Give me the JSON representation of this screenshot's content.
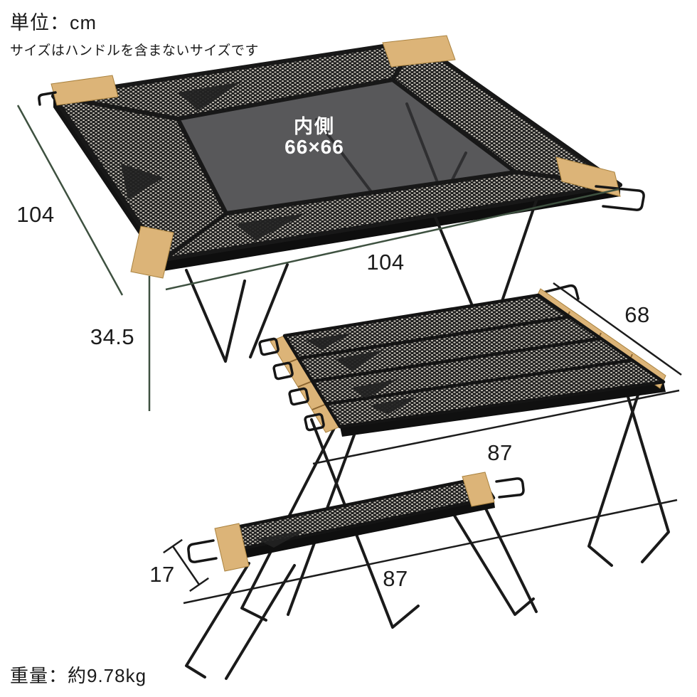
{
  "header": {
    "unit_label": "単位：cm",
    "size_note": "サイズはハンドルを含まないサイズです"
  },
  "footer": {
    "weight_label": "重量：約9.78kg"
  },
  "main_table": {
    "inner_line1": "内側",
    "inner_line2": "66×66",
    "dim_side": "104",
    "dim_front": "104",
    "dim_height": "34.5"
  },
  "flat_table": {
    "dim_depth": "68",
    "dim_width": "87"
  },
  "bench": {
    "dim_depth": "17",
    "dim_width": "87"
  },
  "colors": {
    "dimension_green": "#3e5140",
    "dimension_black": "#1c1c1c",
    "panel_black": "#202020",
    "mesh_dot": "#c9c4ba",
    "wood": "#dcb478",
    "inner_opening_gray": "#58585a",
    "background": "#ffffff"
  }
}
